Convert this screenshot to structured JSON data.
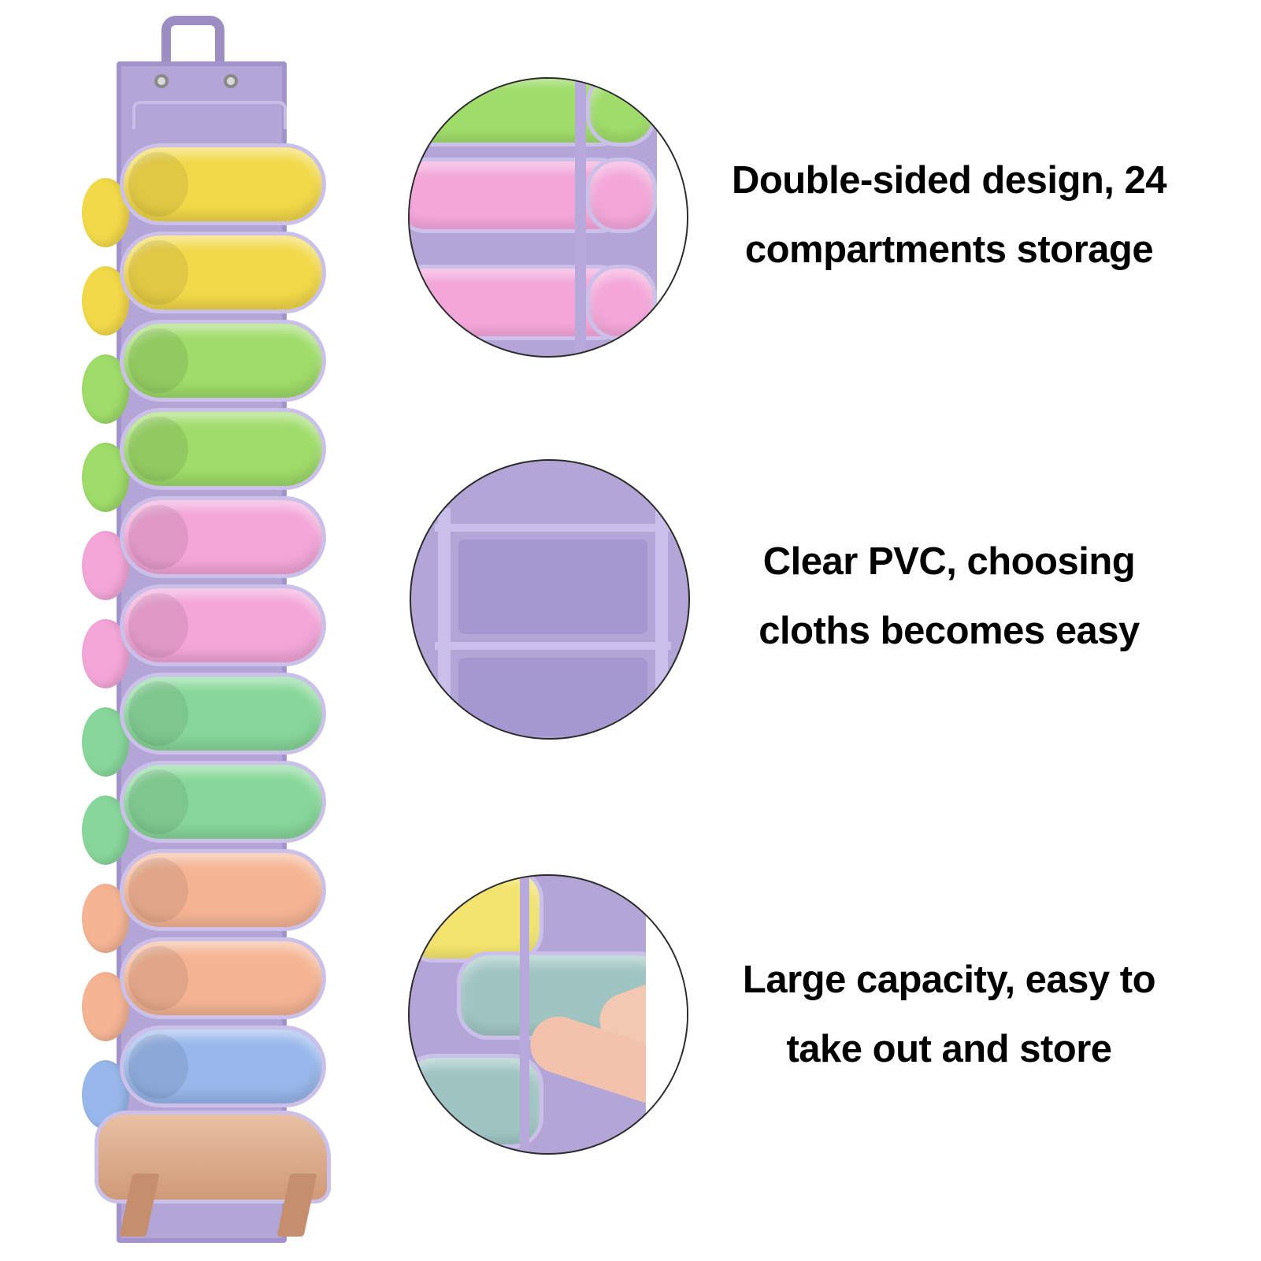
{
  "features": [
    {
      "line1": "Double-sided design, 24",
      "line2": "compartments storage"
    },
    {
      "line1": "Clear PVC, choosing",
      "line2": "cloths becomes easy"
    },
    {
      "line1": "Large capacity, easy to",
      "line2": "take out and store"
    }
  ],
  "colors": {
    "panel": "#b3a6d6",
    "yellow": "#f2d94a",
    "green_light": "#9fdc6a",
    "pink": "#f3a6d8",
    "green": "#88d79a",
    "peach": "#f5b595",
    "blue": "#98b7ea",
    "teal": "#9fc4c2"
  },
  "rows": [
    "yellow",
    "yellow",
    "green_light",
    "green_light",
    "pink",
    "pink",
    "green",
    "green",
    "peach",
    "peach",
    "blue"
  ]
}
